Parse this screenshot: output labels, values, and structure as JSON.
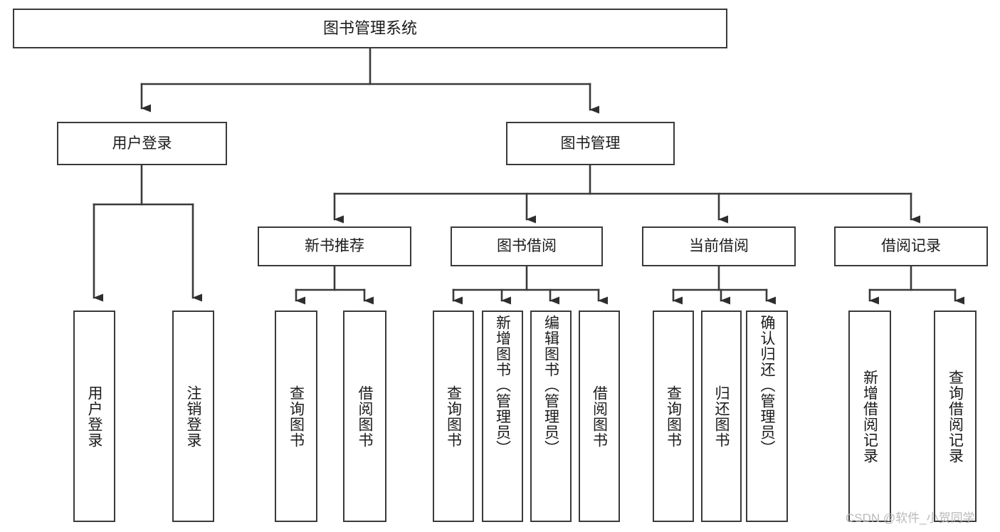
{
  "diagram": {
    "type": "tree-hierarchy",
    "title": "图书管理系统",
    "root": {
      "id": "root",
      "label": "图书管理系统",
      "orientation": "horizontal"
    },
    "level2": [
      {
        "id": "user-login",
        "label": "用户登录",
        "orientation": "horizontal"
      },
      {
        "id": "book-management",
        "label": "图书管理",
        "orientation": "horizontal"
      }
    ],
    "level3": [
      {
        "id": "new-book-recommend",
        "label": "新书推荐",
        "orientation": "horizontal",
        "parent": "book-management"
      },
      {
        "id": "book-borrow",
        "label": "图书借阅",
        "orientation": "horizontal",
        "parent": "book-management"
      },
      {
        "id": "current-borrow",
        "label": "当前借阅",
        "orientation": "horizontal",
        "parent": "book-management"
      },
      {
        "id": "borrow-record",
        "label": "借阅记录",
        "orientation": "horizontal",
        "parent": "book-management"
      }
    ],
    "leaves": [
      {
        "id": "leaf-user-login",
        "label": "用户登录",
        "parent": "user-login"
      },
      {
        "id": "leaf-logout-login",
        "label": "注销登录",
        "parent": "user-login"
      },
      {
        "id": "leaf-query-book-1",
        "label": "查询图书",
        "parent": "new-book-recommend"
      },
      {
        "id": "leaf-borrow-book-1",
        "label": "借阅图书",
        "parent": "new-book-recommend"
      },
      {
        "id": "leaf-query-book-2",
        "label": "查询图书",
        "parent": "book-borrow"
      },
      {
        "id": "leaf-add-book",
        "label": "新增图书（管理员）",
        "parent": "book-borrow"
      },
      {
        "id": "leaf-edit-book",
        "label": "编辑图书（管理员）",
        "parent": "book-borrow"
      },
      {
        "id": "leaf-borrow-book-2",
        "label": "借阅图书",
        "parent": "book-borrow"
      },
      {
        "id": "leaf-query-book-3",
        "label": "查询图书",
        "parent": "current-borrow"
      },
      {
        "id": "leaf-return-book",
        "label": "归还图书",
        "parent": "current-borrow"
      },
      {
        "id": "leaf-confirm-return",
        "label": "确认归还（管理员）",
        "parent": "current-borrow"
      },
      {
        "id": "leaf-add-record",
        "label": "新增借阅记录",
        "parent": "borrow-record"
      },
      {
        "id": "leaf-query-record",
        "label": "查询借阅记录",
        "parent": "borrow-record"
      }
    ]
  },
  "watermark": {
    "text": "CSDN @软件_小贺同学"
  },
  "colors": {
    "box_border": "#3a3a3a",
    "box_fill": "#ffffff",
    "text": "#1b1b1b",
    "connector": "#3a3a3a",
    "watermark": "#b9b9b9",
    "background": "#ffffff"
  }
}
